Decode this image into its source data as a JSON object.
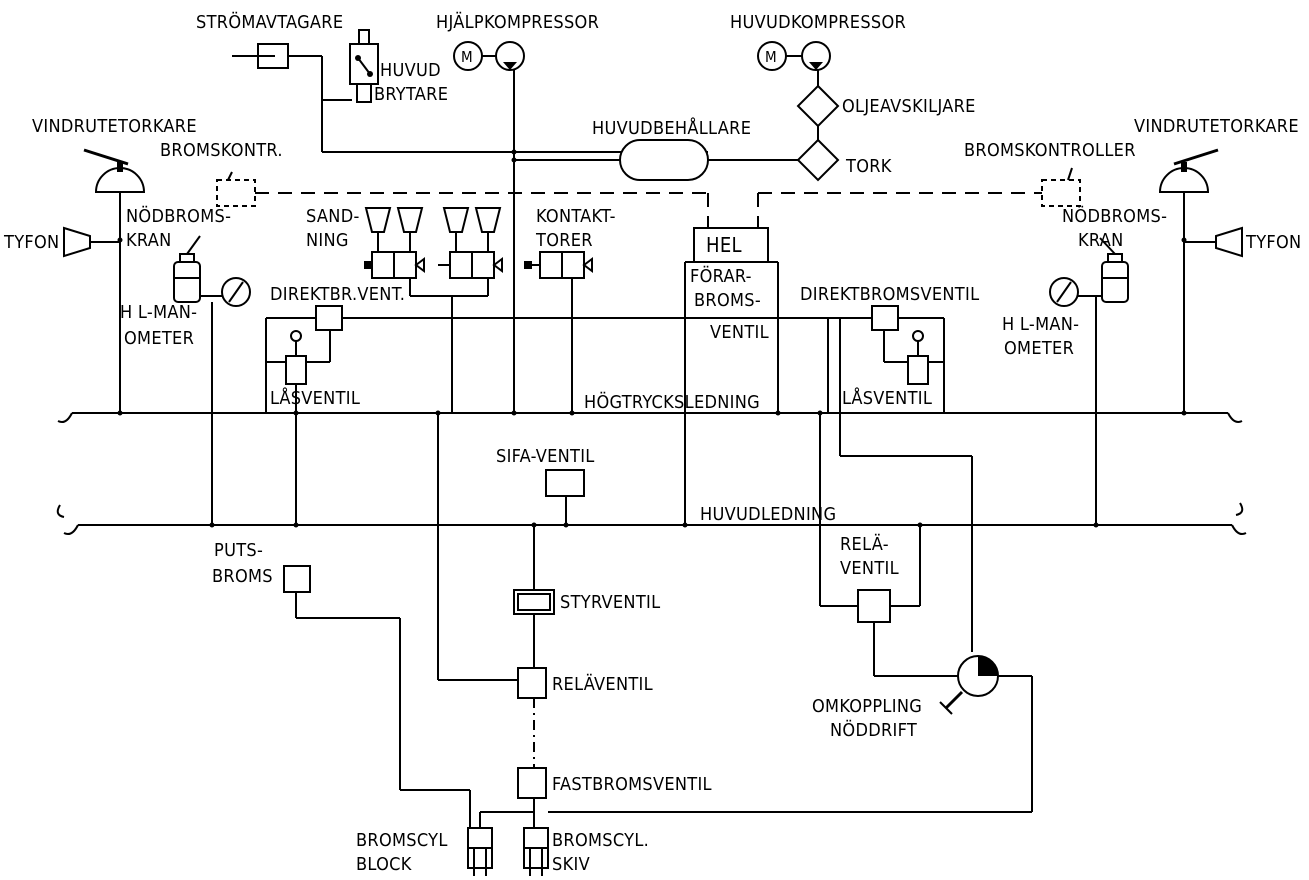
{
  "labels": {
    "stromavtagare": "STRÖMAVTAGARE",
    "hjalpkompressor": "HJÄLPKOMPRESSOR",
    "huvudkompressor": "HUVUDKOMPRESSOR",
    "motor_symbol": "M",
    "huvud": "HUVUD",
    "brytare": "BRYTARE",
    "oljeavskiljare": "OLJEAVSKILJARE",
    "huvudbehallare": "HUVUDBEHÅLLARE",
    "tork": "TORK",
    "vindrutetorkare_left": "VINDRUTETORKARE",
    "vindrutetorkare_right": "VINDRUTETORKARE",
    "bromskontr": "BROMSKONTR.",
    "bromskontroller": "BROMSKONTROLLER",
    "nodbroms_left": "NÖDBROMS-",
    "kran_left": "KRAN",
    "nodbroms_right": "NÖDBROMS-",
    "kran_right": "KRAN",
    "tyfon_left": "TYFON",
    "tyfon_right": "TYFON",
    "sand": "SAND-",
    "ning": "NING",
    "kontakt": "KONTAKT-",
    "torer": "TORER",
    "hel": "HEL",
    "forar": "FÖRAR-",
    "broms": "BROMS-",
    "ventil_forar": "VENTIL",
    "hl_man_left": "H L-MAN-",
    "ometer_left": "OMETER",
    "hl_man_right": "H L-MAN-",
    "ometer_right": "OMETER",
    "direktbr_vent": "DIREKTBR.VENT.",
    "direktbromsventil": "DIREKTBROMSVENTIL",
    "lasventil_left": "LÅSVENTIL",
    "lasventil_right": "LÅSVENTIL",
    "hogtrycksledning": "HÖGTRYCKSLEDNING",
    "sifa_ventil": "SIFA-VENTIL",
    "huvudledning": "HUVUDLEDNING",
    "puts": "PUTS-",
    "broms_puts": "BROMS",
    "rela": "RELÄ-",
    "ventil_rela": "VENTIL",
    "styrventil": "STYRVENTIL",
    "relaventil": "RELÄVENTIL",
    "omkoppling": "OMKOPPLING",
    "noddrift": "NÖDDRIFT",
    "fastbromsventil": "FASTBROMSVENTIL",
    "bromscyl_left": "BROMSCYL",
    "block": "BLOCK",
    "bromscyl_right": "BROMSCYL.",
    "skiv": "SKIV"
  }
}
